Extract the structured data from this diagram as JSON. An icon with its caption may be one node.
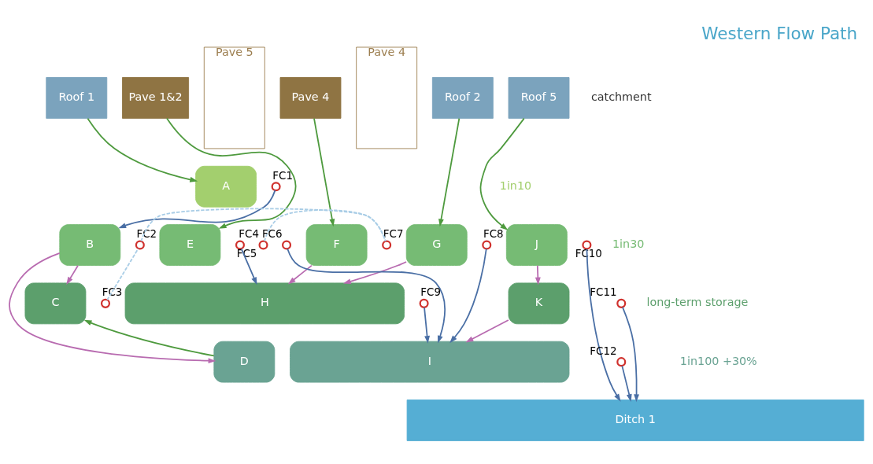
{
  "diagram": {
    "title": "Western Flow Path",
    "nodes": [
      {
        "text": [
          "Roof 1"
        ]
      },
      {
        "text": [
          "Pave 1&2"
        ]
      },
      {
        "text": [
          "Pave 5"
        ]
      },
      {
        "text": [
          "Pave 4"
        ]
      },
      {
        "text": [
          "Pave 4"
        ]
      },
      {
        "text": [
          "Roof 2"
        ]
      },
      {
        "text": [
          "Roof 5"
        ]
      },
      {
        "text": [
          "A"
        ]
      },
      {
        "text": [],
        "shape": "circle",
        "beside": [
          "FC1"
        ]
      },
      {
        "text": [
          "B"
        ]
      },
      {
        "text": [],
        "shape": "circle",
        "beside": [
          "FC2"
        ]
      },
      {
        "text": [
          "E"
        ]
      },
      {
        "text": [],
        "shape": "circle",
        "beside": [
          "FC4"
        ]
      },
      {
        "text": [
          "F"
        ]
      },
      {
        "text": [],
        "shape": "circle",
        "beside": [
          "FC7"
        ]
      },
      {
        "text": [
          "G"
        ]
      },
      {
        "text": [],
        "shape": "circle",
        "beside": [
          "FC8"
        ]
      },
      {
        "text": [
          "J"
        ]
      },
      {
        "text": [],
        "shape": "circle",
        "beside": [
          "FC10"
        ]
      },
      {
        "text": [],
        "shape": "circle",
        "beside": [
          "FC5"
        ]
      },
      {
        "text": [],
        "shape": "circle",
        "beside": [
          "FC6"
        ]
      },
      {
        "text": [
          "C"
        ]
      },
      {
        "text": [],
        "shape": "circle",
        "beside": [
          "FC3"
        ]
      },
      {
        "text": [
          "H"
        ]
      },
      {
        "text": [
          "K"
        ]
      },
      {
        "text": [],
        "shape": "circle",
        "beside": [
          "FC9"
        ]
      },
      {
        "text": [],
        "shape": "circle",
        "beside": [
          "FC11"
        ]
      },
      {
        "text": [
          "D"
        ]
      },
      {
        "text": [
          "I"
        ]
      },
      {
        "text": [],
        "shape": "circle",
        "beside": [
          "FC12"
        ]
      },
      {
        "text": [
          "Ditch 1"
        ]
      }
    ],
    "edges": [
      {
        "from": 0,
        "to": 7,
        "arrow": "to",
        "color": "#4e9a3e"
      },
      {
        "from": 1,
        "to": 11,
        "arrow": "to",
        "color": "#4e9a3e"
      },
      {
        "from": 3,
        "to": 13,
        "arrow": "to",
        "color": "#4e9a3e"
      },
      {
        "from": 5,
        "to": 15,
        "arrow": "to",
        "color": "#4e9a3e"
      },
      {
        "from": 6,
        "to": 17,
        "arrow": "to",
        "color": "#4e9a3e"
      },
      {
        "from": 8,
        "to": 9,
        "arrow": "to"
      },
      {
        "from": 9,
        "to": 21,
        "arrow": "to",
        "color": "#b86bb0"
      },
      {
        "from": 9,
        "to": 27,
        "arrow": "to",
        "color": "#b86bb0"
      },
      {
        "from": 27,
        "to": 21,
        "arrow": "to",
        "color": "#4e9a3e"
      },
      {
        "from": 22,
        "to": 10,
        "arrow": "none",
        "style": "dashed",
        "color": "#a9cde6"
      },
      {
        "from": 10,
        "to": 14,
        "arrow": "none",
        "style": "dashed",
        "color": "#a9cde6"
      },
      {
        "from": 12,
        "to": 14,
        "arrow": "none",
        "style": "dashed",
        "color": "#a9cde6"
      },
      {
        "from": 19,
        "to": 23,
        "arrow": "to"
      },
      {
        "from": 13,
        "to": 23,
        "arrow": "to",
        "color": "#b86bb0"
      },
      {
        "from": 20,
        "to": 28,
        "arrow": "to"
      },
      {
        "from": 25,
        "to": 28,
        "arrow": "to"
      },
      {
        "from": 15,
        "to": 23,
        "arrow": "to",
        "color": "#b86bb0"
      },
      {
        "from": 16,
        "to": 28,
        "arrow": "to"
      },
      {
        "from": 17,
        "to": 24,
        "arrow": "to",
        "color": "#b86bb0"
      },
      {
        "from": 24,
        "to": 28,
        "arrow": "to",
        "color": "#b86bb0"
      },
      {
        "from": 26,
        "to": 30,
        "arrow": "to"
      },
      {
        "from": 18,
        "to": 30,
        "arrow": "to"
      },
      {
        "from": 29,
        "to": 30,
        "arrow": "to"
      }
    ],
    "labels": [
      "catchment",
      "1in10",
      "1in30",
      "long-term storage",
      "1in100 +30%"
    ]
  }
}
